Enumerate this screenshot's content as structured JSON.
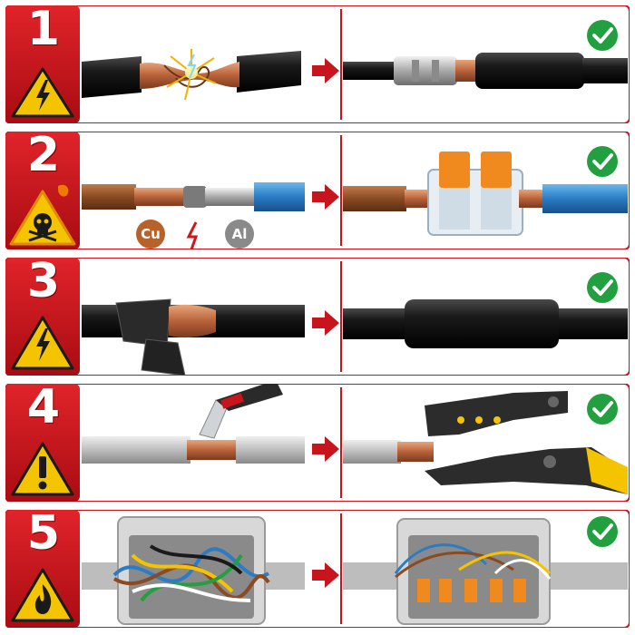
{
  "rows": [
    {
      "number": "1",
      "hazard": "electric-warning",
      "bad": "twisted-bare-wires-sparking",
      "good": "crimped-butt-connector-heat-shrink",
      "status": "check"
    },
    {
      "number": "2",
      "hazard": "toxic-warning",
      "bad": "copper-aluminum-twisted-joint",
      "good": "lever-wire-connector",
      "status": "check",
      "labels": {
        "copper": "Cu",
        "aluminum": "Al"
      }
    },
    {
      "number": "3",
      "hazard": "electric-warning",
      "bad": "loose-electrical-tape-wrap",
      "good": "heat-shrink-sleeve",
      "status": "check"
    },
    {
      "number": "4",
      "hazard": "general-warning",
      "bad": "stripping-with-utility-knife",
      "good": "crimping-tool-terminal",
      "status": "check"
    },
    {
      "number": "5",
      "hazard": "fire-warning",
      "bad": "tangled-junction-box",
      "good": "organized-junction-box-lever-connectors",
      "status": "check"
    }
  ],
  "colors": {
    "red": "#c8141c",
    "yellow": "#f5c400",
    "check_green": "#22a040",
    "arrow": "#c8141c"
  }
}
